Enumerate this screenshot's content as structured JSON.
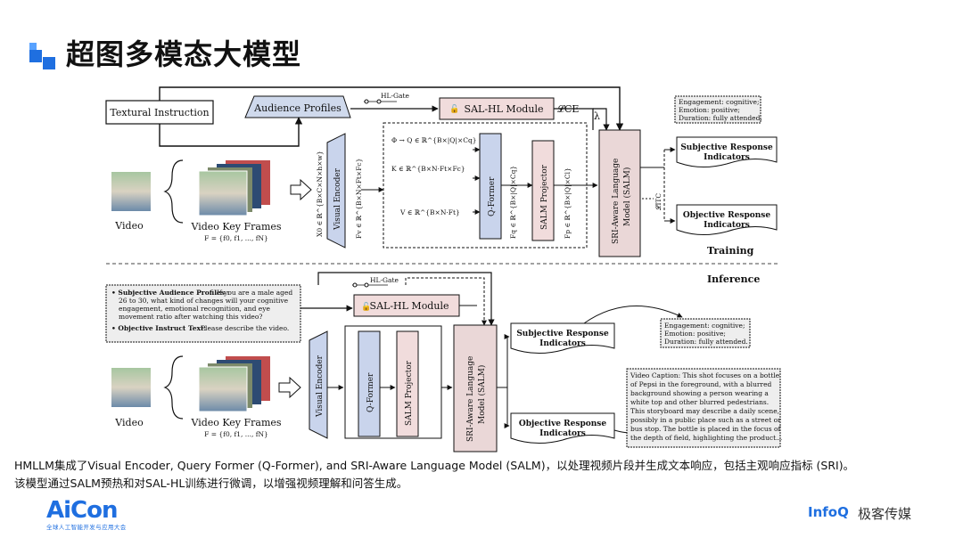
{
  "slide": {
    "title": "超图多模态大模型",
    "caption_line1": "HMLLM集成了Visual Encoder, Query Former (Q-Former), and SRI-Aware Language Model (SALM)，以处理视频片段并生成文本响应，包括主观响应指标 (SRI)。",
    "caption_line2": "该模型通过SALM预热和对SAL-HL训练进行微调，以增强视频理解和问答生成。",
    "brand_left": "AiCon",
    "brand_left_sub": "全球人工智能开发与应用大会",
    "brand_right": "InfoQ",
    "brand_right_cn": "极客传媒"
  },
  "diagram": {
    "training": {
      "textural_instruction": "Textural Instruction",
      "audience_profiles": "Audience Profiles",
      "hl_gate": "HL-Gate",
      "sal_hl_module": "SAL-HL Module",
      "loss_ce": "𝓛CE",
      "lambda": "λ",
      "video": "Video",
      "video_key_frames": "Video Key Frames",
      "frames_set": "F = {f0, f1, ..., fN}",
      "x0": "X0 ∈ ℝ^{B×C×N×h×w}",
      "visual_encoder": "Visual Encoder",
      "fv": "Fv ∈ ℝ^{B×N×Ft×Fc}",
      "phi_q": "Φ → Q ∈ ℝ^{B×|Q|×Cq}",
      "k": "K ∈ ℝ^{B×N·Ft×Fc}",
      "v": "V ∈ ℝ^{B×N·Ft}",
      "q_former": "Q-Former",
      "fq": "Fq ∈ ℝ^{B×|Q|×Cq}",
      "salm_projector": "SALM Projector",
      "fp": "Fp ∈ ℝ^{B×|Q|×Cl}",
      "salm": "SRI-Aware Language Model (SALM)",
      "sri_note": [
        "Engagement: cognitive;",
        "Emotion: positive;",
        "Duration: fully attended."
      ],
      "subjective": "Subjective Response Indicators",
      "objective": "Objective Response Indicators",
      "loss_itc": "𝓛ITC",
      "label": "Training"
    },
    "inference": {
      "label": "Inference",
      "prompt_a_title": "Subjective Audience Profiles :",
      "prompt_a_text": "If you are a male aged 26 to 30, what kind of changes will your cognitive engagement, emotional recognition, and eye movement ratio after watching this video?",
      "prompt_b_title": "Objective Instruct Text:",
      "prompt_b_text": "Please describe the video.",
      "hl_gate": "HL-Gate",
      "sal_hl_module": "SAL-HL Module",
      "video": "Video",
      "video_key_frames": "Video Key Frames",
      "frames_set": "F = {f0, f1, ..., fN}",
      "visual_encoder": "Visual Encoder",
      "q_former": "Q-Former",
      "salm_projector": "SALM Projector",
      "salm": "SRI-Aware Language Model (SALM)",
      "subjective": "Subjective Response Indicators",
      "objective": "Objective Response Indicators",
      "sri_note": [
        "Engagement: cognitive;",
        "Emotion: positive;",
        "Duration: fully attended."
      ],
      "caption_note": [
        "Video Caption: This shot focuses on a bottle",
        "of Pepsi in the foreground, with a blurred",
        "background showing a person wearing a",
        "white top and other blurred pedestrians.",
        "This storyboard may describe a daily scene,",
        "possibly in a public place such as a street or",
        "bus stop. The bottle is placed in the focus of",
        "the depth of field, highlighting the product..."
      ]
    }
  }
}
